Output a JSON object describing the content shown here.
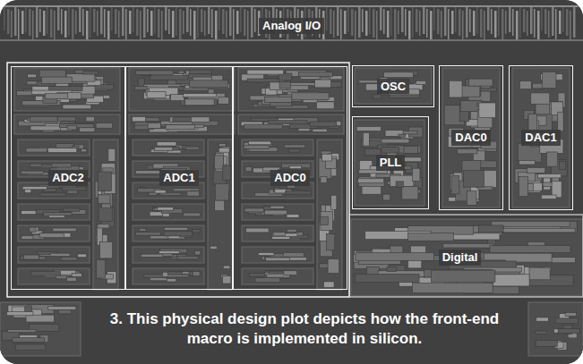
{
  "diagram": {
    "caption": "3. This physical design plot depicts how the front-end macro is implemented in silicon.",
    "nodes": [
      {
        "text": [
          "Analog I/O"
        ]
      },
      {
        "text": [
          "ADC2"
        ]
      },
      {
        "text": [
          "ADC1"
        ]
      },
      {
        "text": [
          "ADC0"
        ]
      },
      {
        "text": [
          "OSC"
        ]
      },
      {
        "text": [
          "PLL"
        ]
      },
      {
        "text": [
          "DAC0"
        ]
      },
      {
        "text": [
          "DAC1"
        ]
      },
      {
        "text": [
          "Digital"
        ]
      }
    ]
  }
}
